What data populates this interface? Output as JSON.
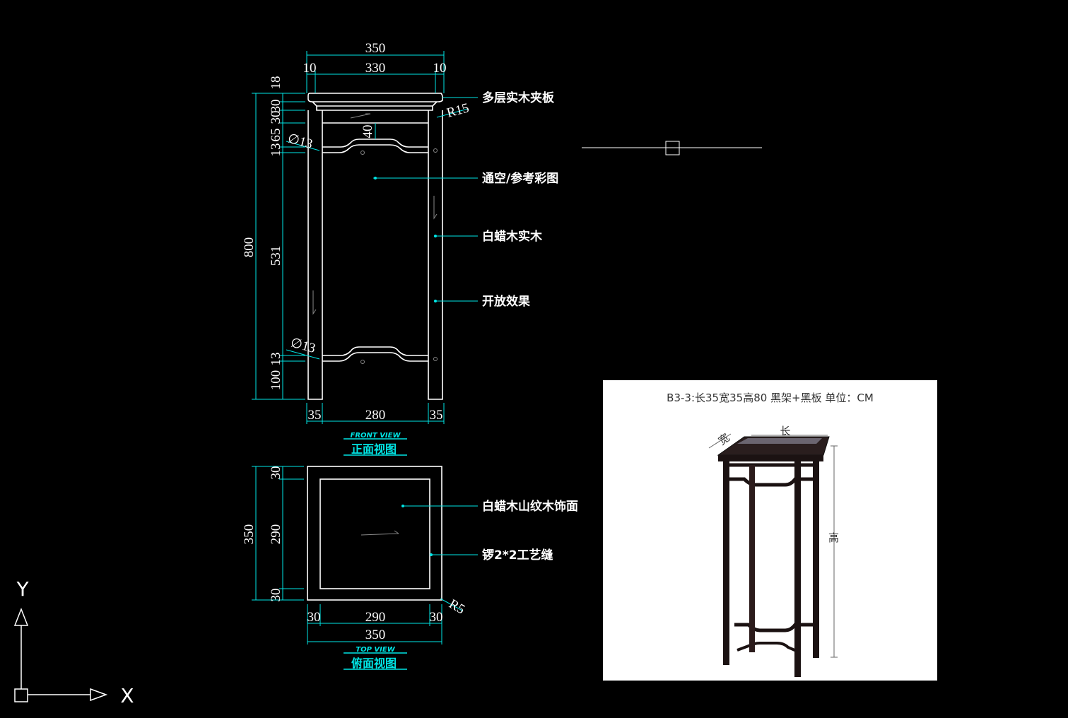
{
  "front_view": {
    "dims": {
      "overall_width": "350",
      "left_inset": "10",
      "inner_width": "330",
      "right_inset": "10",
      "top_thickness": "18",
      "apron_30a": "30",
      "apron_30b": "30",
      "stretcher_13": "13",
      "stretcher_65": "65",
      "height_total": "800",
      "leg_span": "531",
      "bottom_13": "13",
      "bottom_100": "100",
      "leg_left": "35",
      "leg_gap": "280",
      "leg_right": "35",
      "stretcher_drop": "40",
      "radius": "R15",
      "dia_top": "∅13",
      "dia_bottom": "∅13"
    },
    "callouts": [
      "多层实木夹板",
      "通空/参考彩图",
      "白蜡木实木",
      "开放效果"
    ],
    "title": "正面视图",
    "subtitle": "FRONT VIEW"
  },
  "top_view": {
    "dims": {
      "left_30": "30",
      "mid_290": "290",
      "right_30": "30",
      "overall_350": "350",
      "v_top_30": "30",
      "v_mid_290": "290",
      "v_bot_30": "30",
      "v_overall_350": "350",
      "radius": "R5"
    },
    "callouts": [
      "白蜡木山纹木饰面",
      "锣2*2工艺缝"
    ],
    "title": "俯面视图",
    "subtitle": "TOP VIEW"
  },
  "photo": {
    "caption": "B3-3:长35宽35高80   黑架+黑板   单位：CM",
    "label_length": "长",
    "label_width": "宽",
    "label_height": "高"
  },
  "ucs": {
    "x_label": "X",
    "y_label": "Y"
  },
  "colors": {
    "background": "#000000",
    "outline": "#ffffff",
    "dimension": "#00e6e6",
    "leader": "#00cccc"
  }
}
